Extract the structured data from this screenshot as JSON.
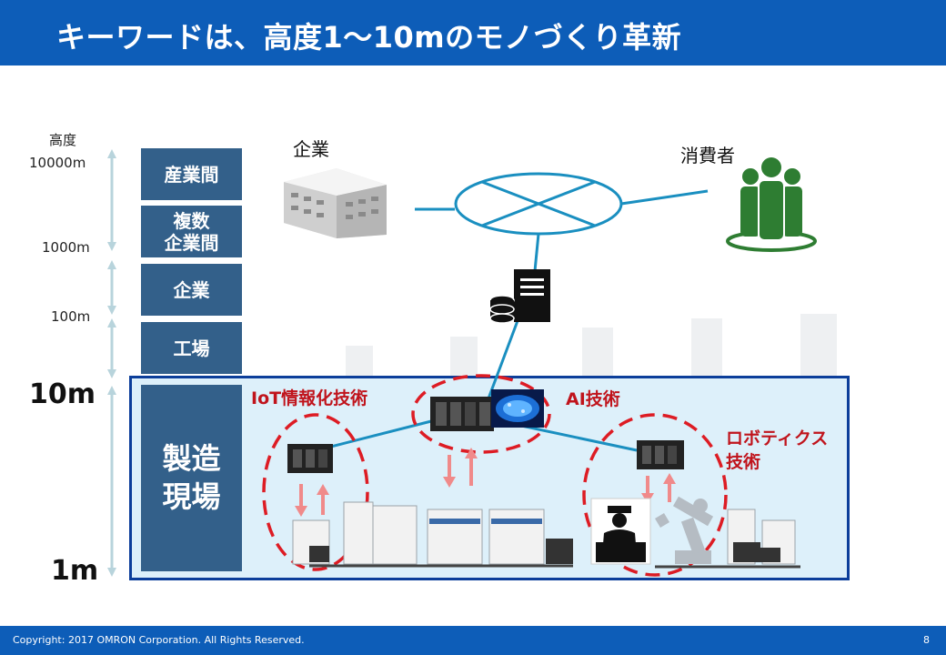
{
  "header": {
    "title": "キーワードは、高度1～10mのモノづくり革新"
  },
  "altitude": {
    "heading": "高度",
    "labels": [
      "10000m",
      "1000m",
      "100m"
    ],
    "big": [
      "10m",
      "1m"
    ]
  },
  "levels": [
    {
      "label": "産業間"
    },
    {
      "label": "複数\n企業間"
    },
    {
      "label": "企業"
    },
    {
      "label": "工場"
    },
    {
      "label": "製造\n現場"
    }
  ],
  "entities": {
    "company": "企業",
    "consumer": "消費者"
  },
  "technologies": {
    "iot": "IoT情報化技術",
    "ai": "AI技術",
    "robotics": "ロボティクス\n技術"
  },
  "colors": {
    "title_bar": "#0d5db8",
    "level_box": "#33608a",
    "panel_border": "#0c3e9a",
    "network_line": "#1a8fc0",
    "dashed_red": "#dd1c24",
    "arrow_pink": "#f08a8a",
    "consumer_green": "#2e7d32"
  },
  "icons": [
    "building-icon",
    "network-hub-icon",
    "server-icon",
    "people-icon",
    "controller-icon",
    "brain-ai-icon",
    "robot-arm-icon",
    "worker-icon"
  ],
  "footer": {
    "copyright": "Copyright: 2017 OMRON Corporation. All Rights Reserved.",
    "page": "8"
  }
}
